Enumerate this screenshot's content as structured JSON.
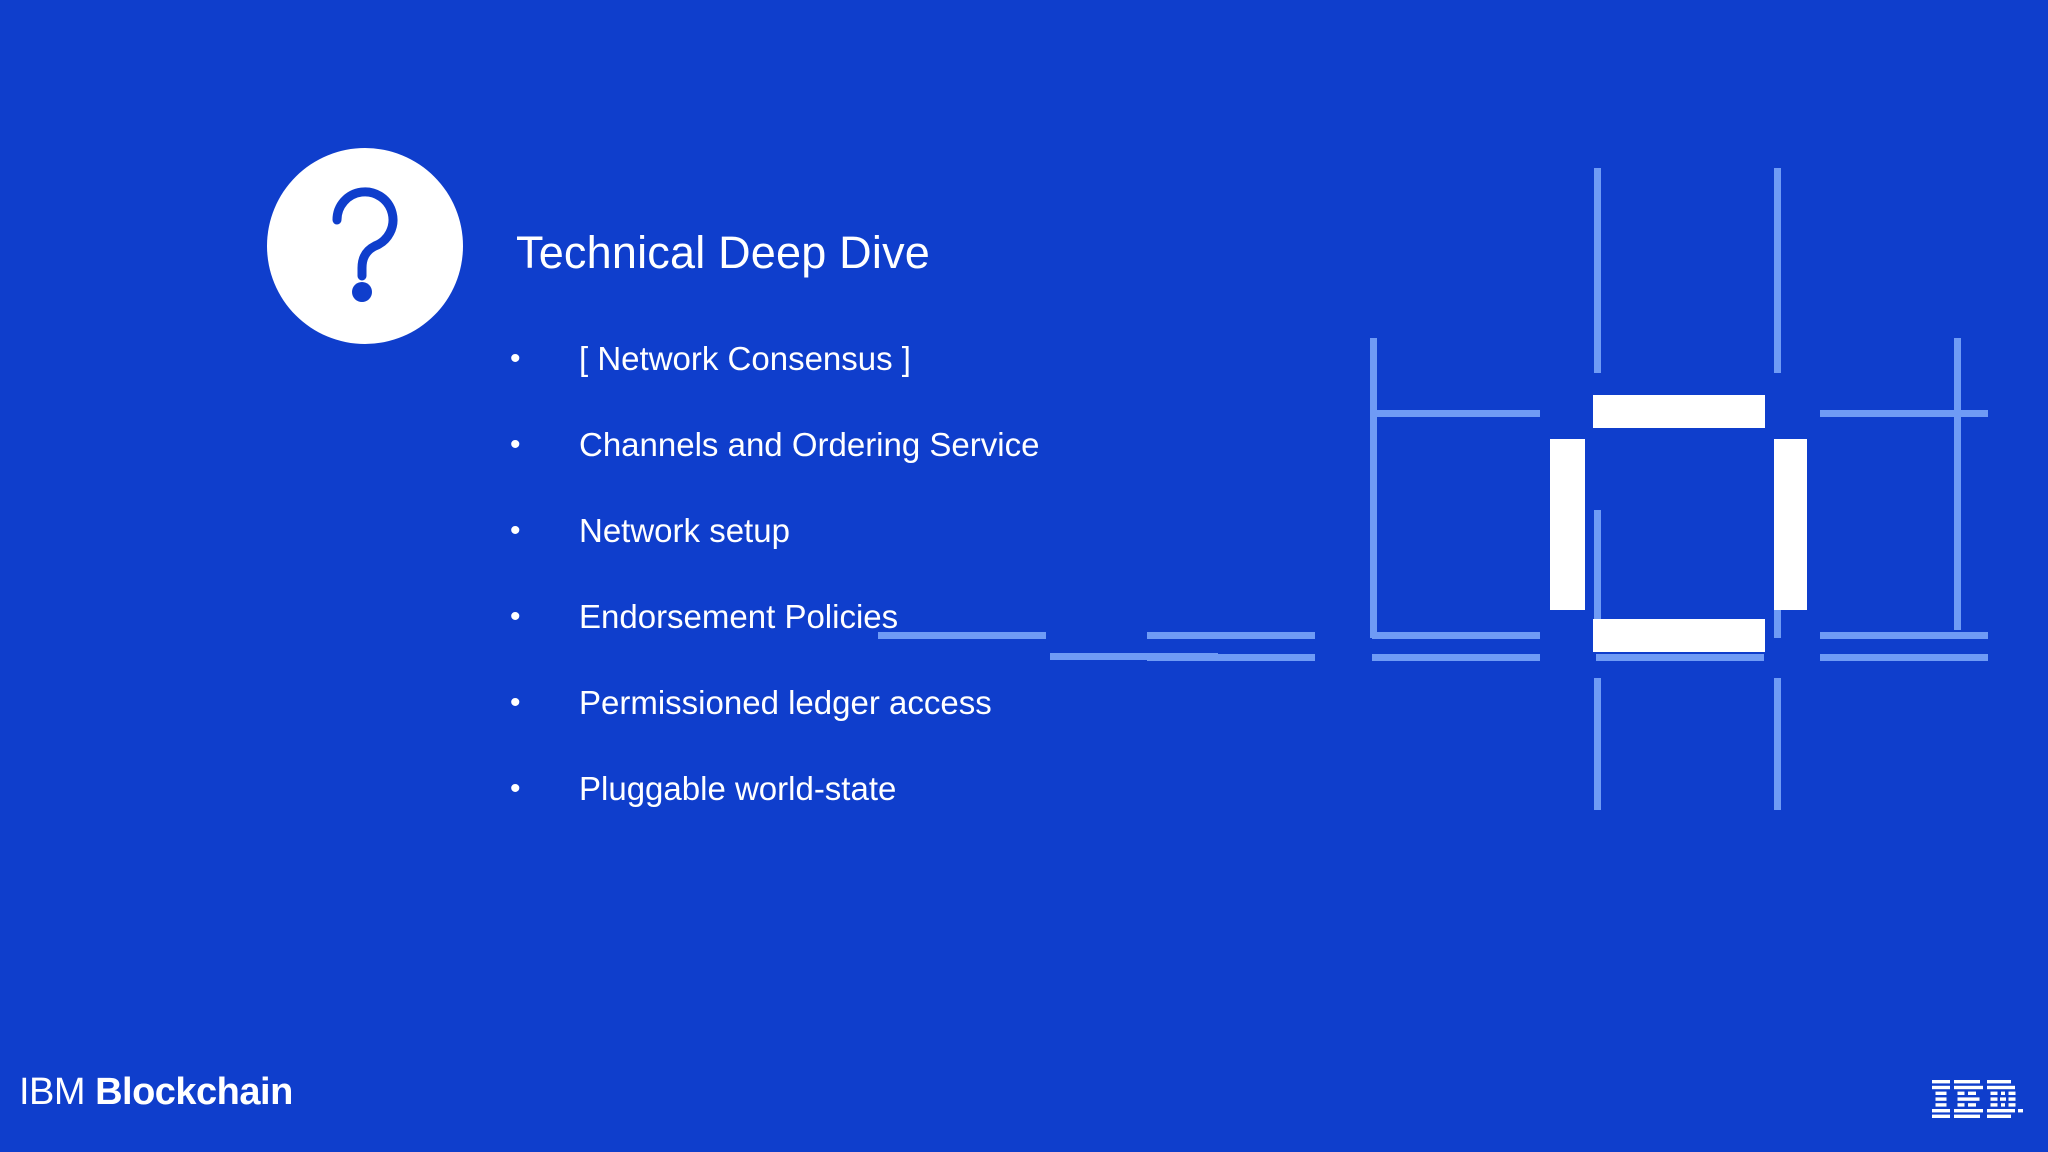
{
  "slide": {
    "background_color": "#0f3ecc",
    "accent_color": "#6f9bf5",
    "text_color": "#ffffff",
    "title": "Technical Deep Dive",
    "badge_icon": "question-mark-icon",
    "bullet_marker": "•",
    "bullets": [
      {
        "text": "[ Network Consensus ]"
      },
      {
        "text": "Channels and Ordering Service"
      },
      {
        "text": "Network setup"
      },
      {
        "text": "Endorsement Policies"
      },
      {
        "text": "Permissioned ledger access"
      },
      {
        "text": "Pluggable world-state"
      }
    ]
  },
  "footer": {
    "brand_primary": "IBM",
    "brand_secondary": "Blockchain",
    "logo_icon": "ibm-eight-bar-logo-icon"
  },
  "decoration": {
    "name": "ibm-blockchain-grid-motif",
    "stroke_color": "#6f9bf5",
    "highlight_color": "#ffffff",
    "description": "Four-by-four lattice of detached light-blue rules with a white square outline highlighted at the centre cell"
  }
}
